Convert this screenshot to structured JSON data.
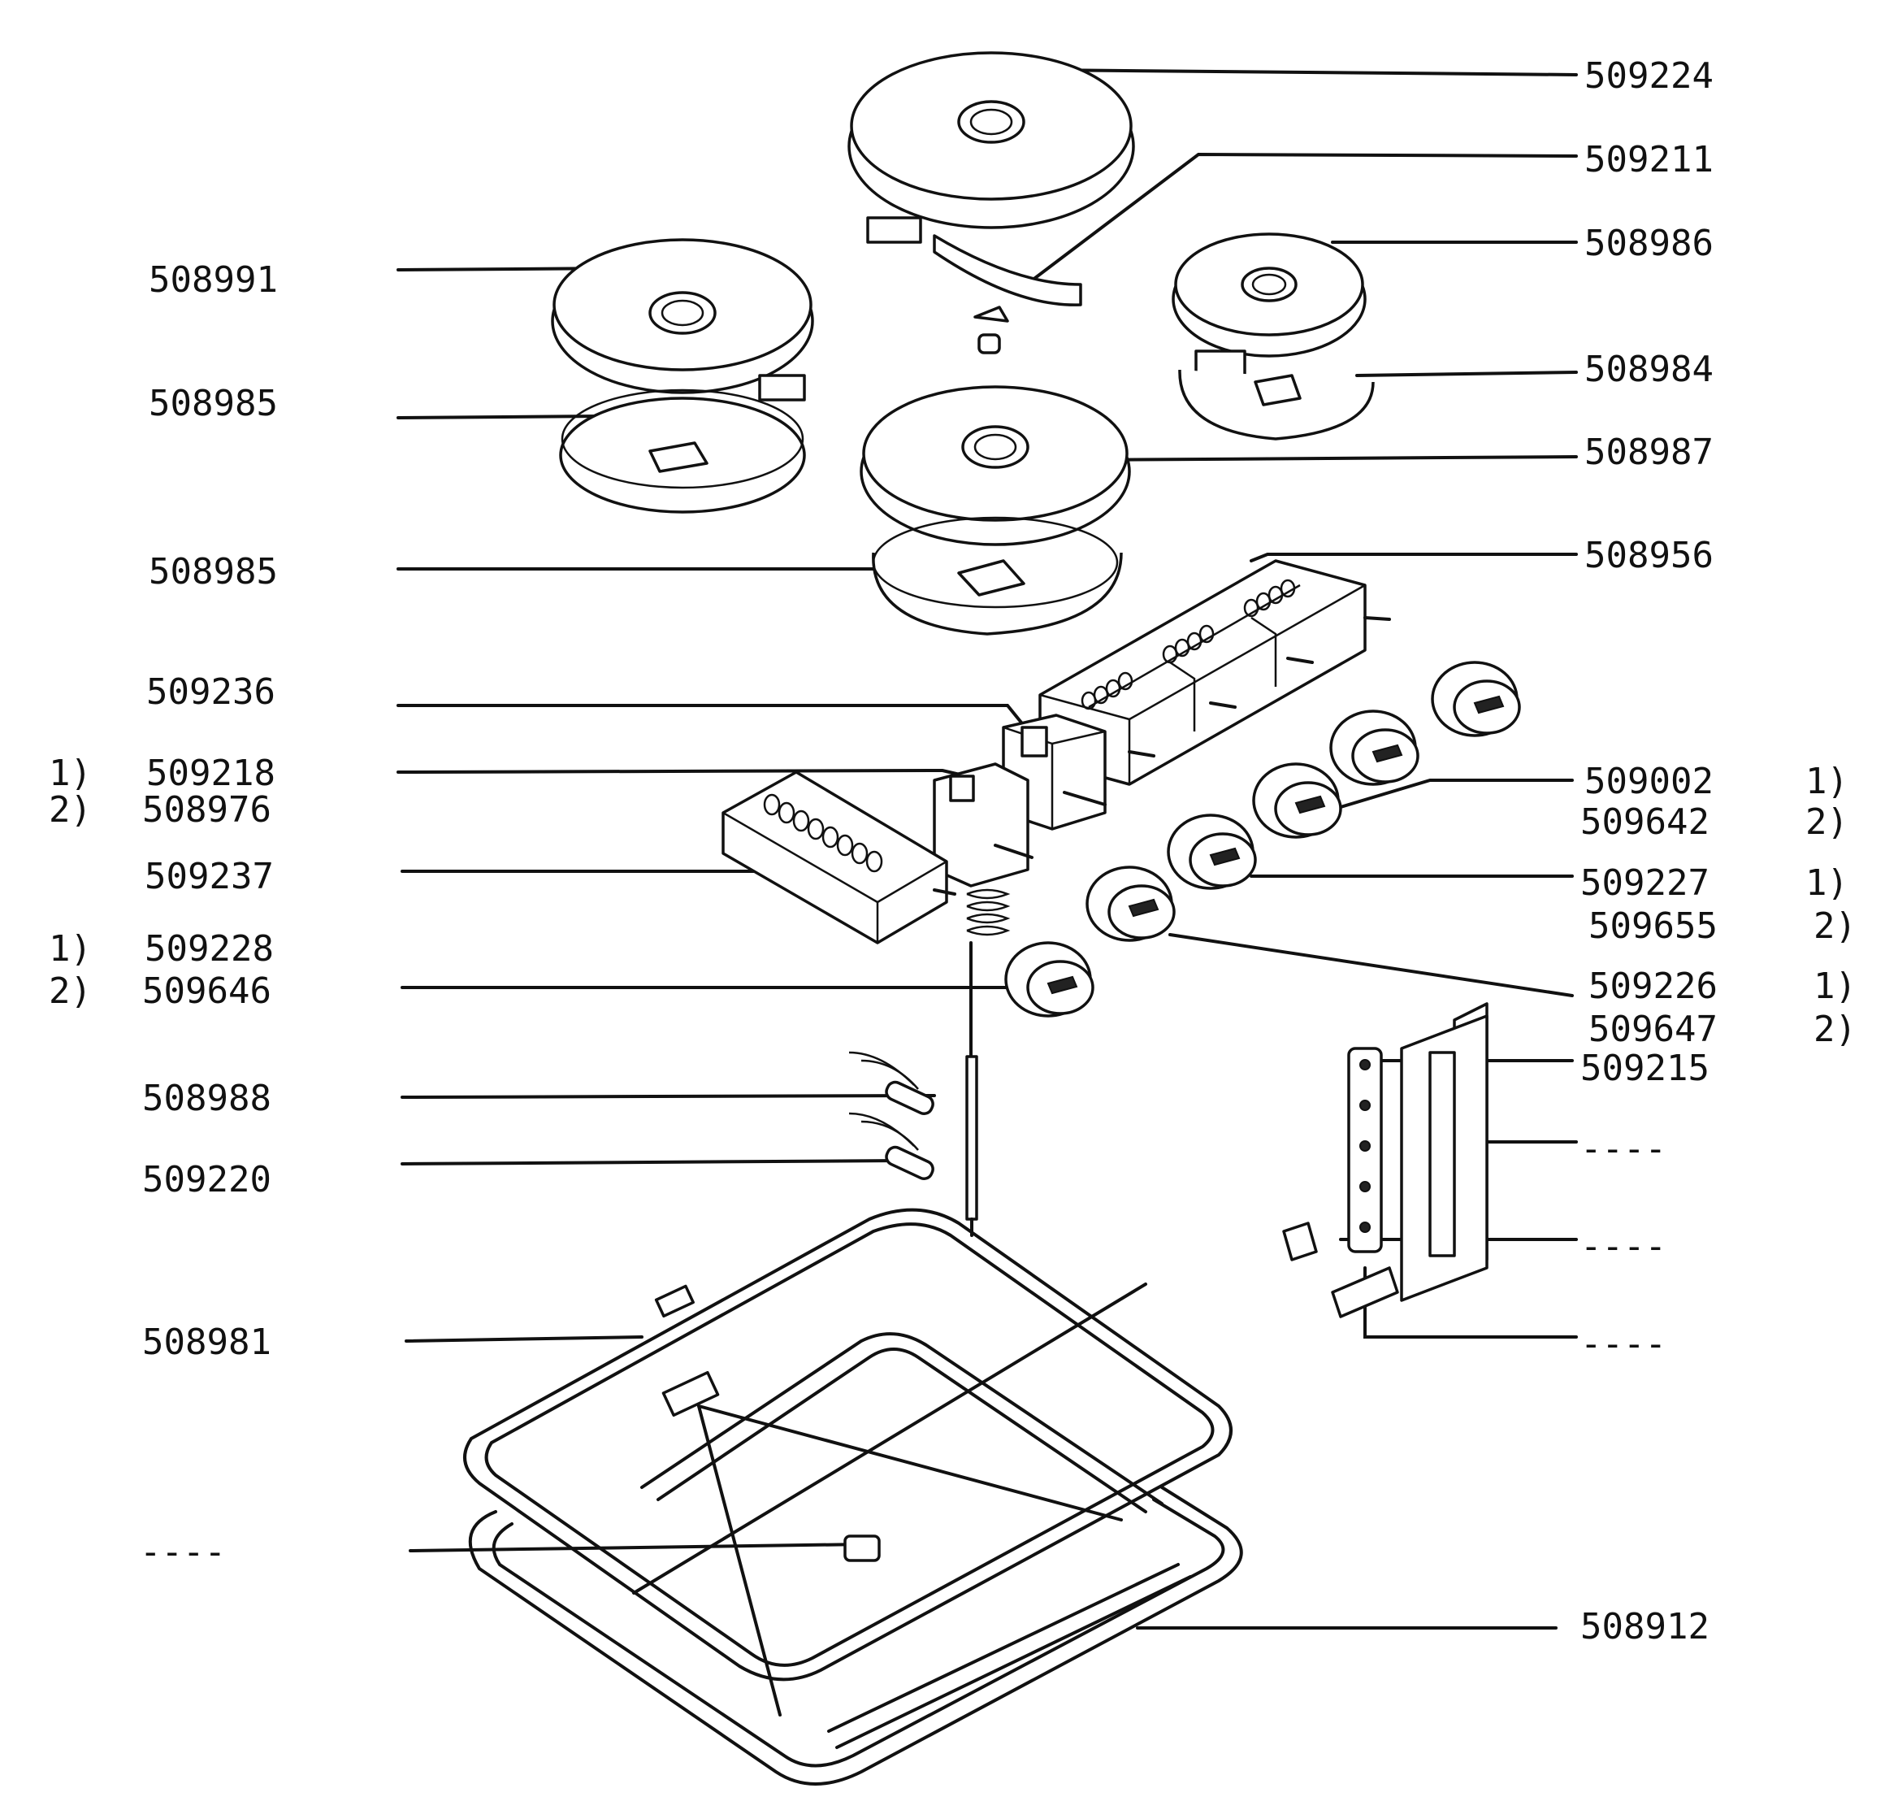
{
  "labels": {
    "p509224": "509224",
    "p509211": "509211",
    "p508986": "508986",
    "p508984": "508984",
    "p508987": "508987",
    "p508956": "508956",
    "p508991": "508991",
    "p508985a": "508985",
    "p508985b": "508985",
    "p509236": "509236",
    "p509218": "509218",
    "p508976": "508976",
    "p509237": "509237",
    "p509228": "509228",
    "p509646": "509646",
    "p508988": "508988",
    "p509220": "509220",
    "p508981": "508981",
    "blank_left": "----",
    "p509002": "509002",
    "p509642": "509642",
    "p509227": "509227",
    "p509655": "509655",
    "p509226": "509226",
    "p509647": "509647",
    "p509215": "509215",
    "blank_r1": "----",
    "blank_r2": "----",
    "blank_r3": "----",
    "p508912": "508912"
  },
  "variants": {
    "v1": "1)",
    "v2": "2)"
  }
}
